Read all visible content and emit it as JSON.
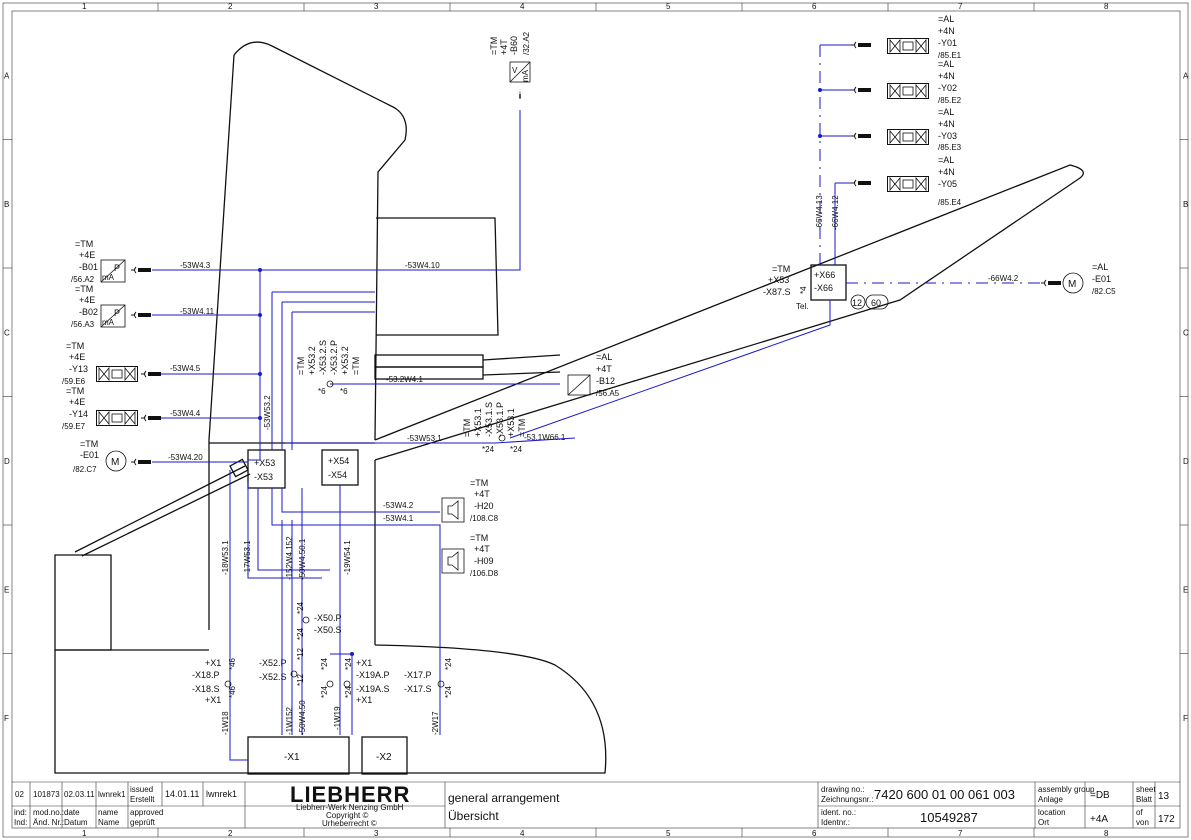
{
  "grid": {
    "cols": [
      "1",
      "2",
      "3",
      "4",
      "5",
      "6",
      "7",
      "8"
    ],
    "rows": [
      "A",
      "B",
      "C",
      "D",
      "E",
      "F"
    ]
  },
  "devices": {
    "b60": {
      "l1": "=TM",
      "l2": "+4T",
      "l3": "-B60",
      "ref": "/32.A2",
      "sym_v": "V",
      "sym_ma": "mA"
    },
    "b01": {
      "l1": "=TM",
      "l2": "+4E",
      "l3": "-B01",
      "ref": "/56.A2",
      "sym_p": "P",
      "sym_ma": "mA"
    },
    "b02": {
      "l1": "=TM",
      "l2": "+4E",
      "l3": "-B02",
      "ref": "/56.A3",
      "sym_p": "P",
      "sym_ma": "mA"
    },
    "y13": {
      "l1": "=TM",
      "l2": "+4E",
      "l3": "-Y13",
      "ref": "/59.E6"
    },
    "y14": {
      "l1": "=TM",
      "l2": "+4E",
      "l3": "-Y14",
      "ref": "/59.E7"
    },
    "e01l": {
      "l1": "=TM",
      "l2": "-E01",
      "ref": "/82.C7",
      "sym": "M"
    },
    "y01": {
      "l1": "=AL",
      "l2": "+4N",
      "l3": "-Y01",
      "ref": "/85.E1"
    },
    "y02": {
      "l1": "=AL",
      "l2": "+4N",
      "l3": "-Y02",
      "ref": "/85.E2"
    },
    "y03": {
      "l1": "=AL",
      "l2": "+4N",
      "l3": "-Y03",
      "ref": "/85.E3"
    },
    "y05": {
      "l1": "=AL",
      "l2": "+4N",
      "l3": "-Y05",
      "ref": "/85.E4"
    },
    "e01r": {
      "l1": "=AL",
      "l2": "-E01",
      "ref": "/82.C5",
      "sym": "M"
    },
    "b12": {
      "l1": "=AL",
      "l2": "+4T",
      "l3": "-B12",
      "ref": "/56.A5"
    },
    "h20": {
      "l1": "=TM",
      "l2": "+4T",
      "l3": "-H20",
      "ref": "/108.C8"
    },
    "h09": {
      "l1": "=TM",
      "l2": "+4T",
      "l3": "-H09",
      "ref": "/106.D8"
    }
  },
  "boxes": {
    "x53a": "+X53",
    "x53b": "-X53",
    "x54a": "+X54",
    "x54b": "-X54",
    "x66a": "+X66",
    "x66b": "-X66",
    "x1": "-X1",
    "x2": "-X2"
  },
  "wires": {
    "w4_3": "-53W4.3",
    "w4_10": "-53W4.10",
    "w4_11": "-53W4.11",
    "w4_5": "-53W4.5",
    "w4_4": "-53W4.4",
    "w4_20": "-53W4.20",
    "w53_2": "-53W53.2",
    "w2_4_1": "-53.2W4.1",
    "w53_1": "-53W53.1",
    "w1w66": "-53.1W66.1",
    "w4_2": "-53W4.2",
    "w4_1": "-53W4.1",
    "w18w53": "-18W53.1",
    "w17w53": "-17W53.1",
    "w152w4": "-152W4.152",
    "w50w50": "-50W4.50.1",
    "w19w54": "-19W54.1",
    "w66_13": "-66W4.13",
    "w66_12": "-66W4.12",
    "w66_2": "-66W4.2",
    "w18": "-1W18",
    "w152": "-1W152",
    "w450": "-50W4.50",
    "w19": "-1W19",
    "w17": "-2W17"
  },
  "connectors": {
    "x532": {
      "l1": "=TM",
      "l2": "+X53.2",
      "l3": "-X53.2.S",
      "l4": "-X53.2.P",
      "l5": "+X53.2",
      "l6": "=TM",
      "pin": "*6"
    },
    "x531": {
      "l1": "=TM",
      "l2": "+X53.1",
      "l3": "-X53.1.S",
      "l4": "-X53.1.P",
      "l5": "+X53.1",
      "l6": "=TM",
      "pin": "*24"
    },
    "x87": {
      "l1": "=TM",
      "l2": "+X53",
      "l3": "-X87.S",
      "pin": "*4",
      "tel": "Tel."
    },
    "x50": {
      "l1": "-X50.P",
      "l2": "-X50.S",
      "pin": "*24"
    },
    "x18": {
      "l1": "+X1",
      "l2": "-X18.P",
      "l3": "-X18.S",
      "l4": "+X1",
      "pin": "*46"
    },
    "x52": {
      "l1": "-X52.P",
      "l2": "-X52.S",
      "pin": "*12"
    },
    "x19a": {
      "l1": "+X1",
      "l2": "-X19A.P",
      "l3": "-X19A.S",
      "l4": "+X1",
      "pin": "*24"
    },
    "x17": {
      "l1": "-X17.P",
      "l2": "-X17.S",
      "pin": "*24"
    },
    "bubble1": "12",
    "bubble2": "60"
  },
  "title_block": {
    "rev": {
      "r1": "02",
      "r2": "101873",
      "r3": "02.03.11",
      "r4": "lwnrek1",
      "r5": "issued",
      "r6": "Erstellt",
      "r7": "14.01.11",
      "r8": "lwnrek1"
    },
    "hdr": {
      "h1": "ind:",
      "h2": "Ind:",
      "h3": "mod.no.:",
      "h4": "Änd. Nr.:",
      "h5": "date",
      "h6": "Datum",
      "h7": "name",
      "h8": "Name",
      "h9": "approved",
      "h10": "geprüft"
    },
    "company": {
      "logo": "LIEBHERR",
      "name": "Liebherr-Werk Nenzing GmbH",
      "copy1": "Copyright ©",
      "copy2": "Urheberrecht ©"
    },
    "title_en": "general arrangement",
    "title_de": "Übersicht",
    "drawing_no_label": "drawing no.:",
    "drawing_no_label_de": "Zeichnungsnr.:",
    "drawing_no": "7420 600 01 00 061 003",
    "ident_label": "ident. no.:",
    "ident_label_de": "Identnr.:",
    "ident_no": "10549287",
    "assembly_label": "assembly group",
    "assembly_label_de": "Anlage",
    "assembly": "=DB",
    "location_label": "location",
    "location_label_de": "Ort",
    "location": "+4A",
    "sheet_label": "sheet",
    "sheet_label_de": "Blatt",
    "sheet": "13",
    "of_label": "of",
    "of_label_de": "von",
    "of": "172"
  }
}
